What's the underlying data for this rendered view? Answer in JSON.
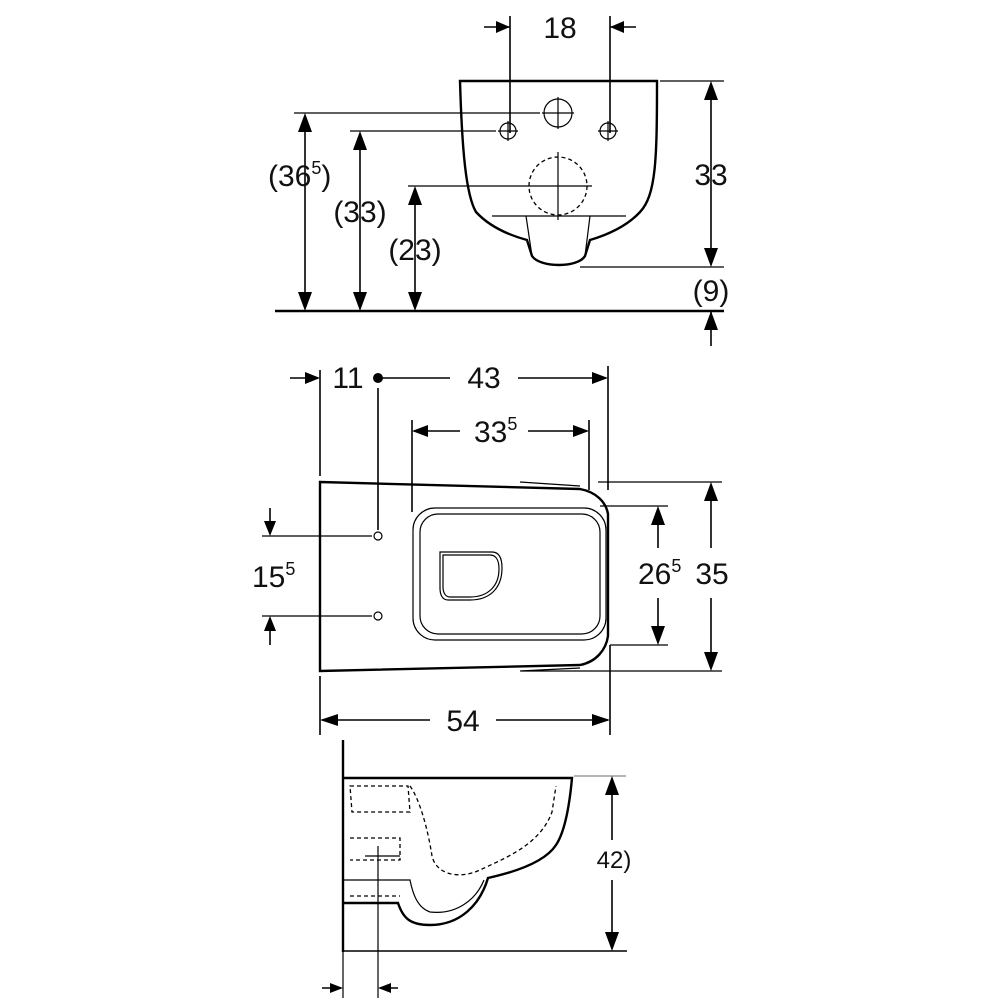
{
  "front_view": {
    "width_between_holes": "18",
    "overall_height": "33",
    "floor_offset": "(9)",
    "dim_36": {
      "base": "(36",
      "sup": "5",
      "tail": ")"
    },
    "dim_33_left": "(33)",
    "dim_23": "(23)"
  },
  "top_view": {
    "offset_11": "11",
    "dim_43": "43",
    "dim_33_5": {
      "base": "33",
      "sup": "5"
    },
    "dim_15_5": {
      "base": "15",
      "sup": "5"
    },
    "dim_26_5": {
      "base": "26",
      "sup": "5"
    },
    "overall_width": "35",
    "overall_length": "54"
  },
  "side_view": {
    "height_42": "42)"
  }
}
